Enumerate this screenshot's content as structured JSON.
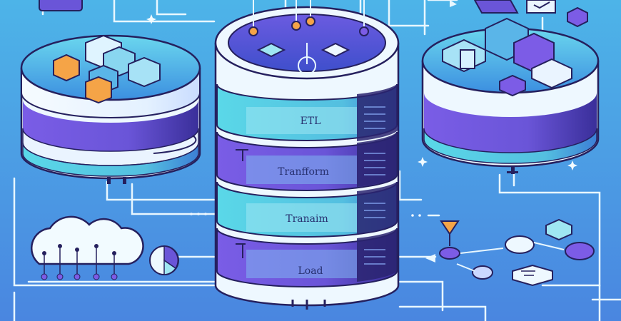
{
  "labels": {
    "etl": "ETL",
    "transform": "Tranfform",
    "transaim": "Tranaim",
    "load": "Load"
  },
  "colors": {
    "background": "#4a9fe0",
    "line": "#e8f7ff",
    "stack_light": "#eef8ff",
    "band_teal": "#5fd0e6",
    "band_purple": "#6a55d8",
    "accent_orange": "#f5a447",
    "node_purple": "#7c5ce6"
  },
  "icons": [
    "database-stack-icon",
    "cloud-icon",
    "pie-chart-icon",
    "cube-icon",
    "document-icon",
    "funnel-icon"
  ]
}
